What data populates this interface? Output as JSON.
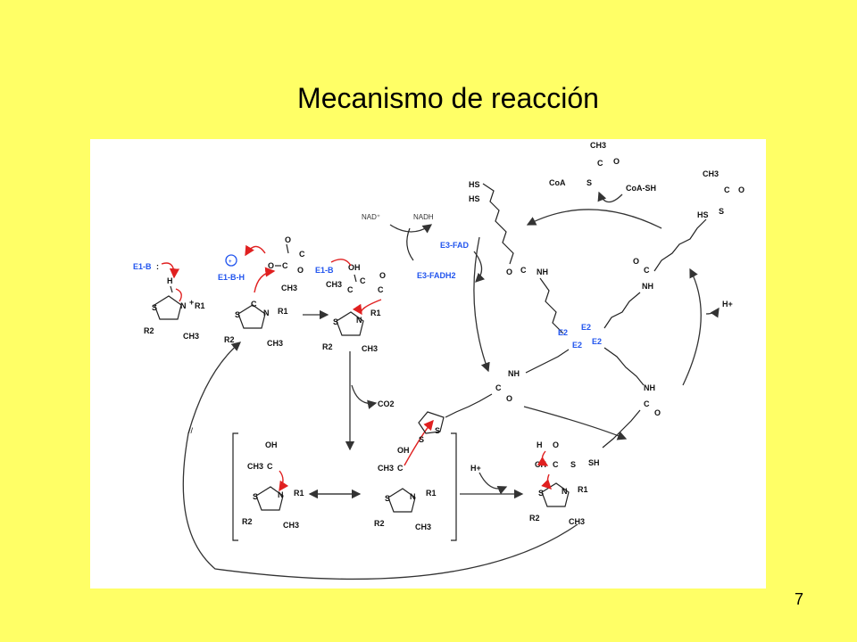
{
  "slide": {
    "title": "Mecanismo de reacción",
    "page_number": "7"
  },
  "figure": {
    "nad_label": "NAD⁺",
    "nadh_label": "NADH",
    "e3_fad": "E3-FAD",
    "e3_fadh2": "E3-FADH2",
    "coa_sh": "CoA-SH",
    "coa": "CoA",
    "e1_b": "E1-B",
    "e1_bh": "E1-B-H",
    "r1": "R1",
    "r2": "R2",
    "ch3": "CH3",
    "co2": "CO2",
    "h_plus": "H+",
    "oh": "OH",
    "nh": "NH",
    "e2": "E2",
    "sh": "SH",
    "hs": "HS",
    "s": "S",
    "n": "N",
    "c": "C",
    "o": "O",
    "h": "H",
    "ch": "CH"
  }
}
